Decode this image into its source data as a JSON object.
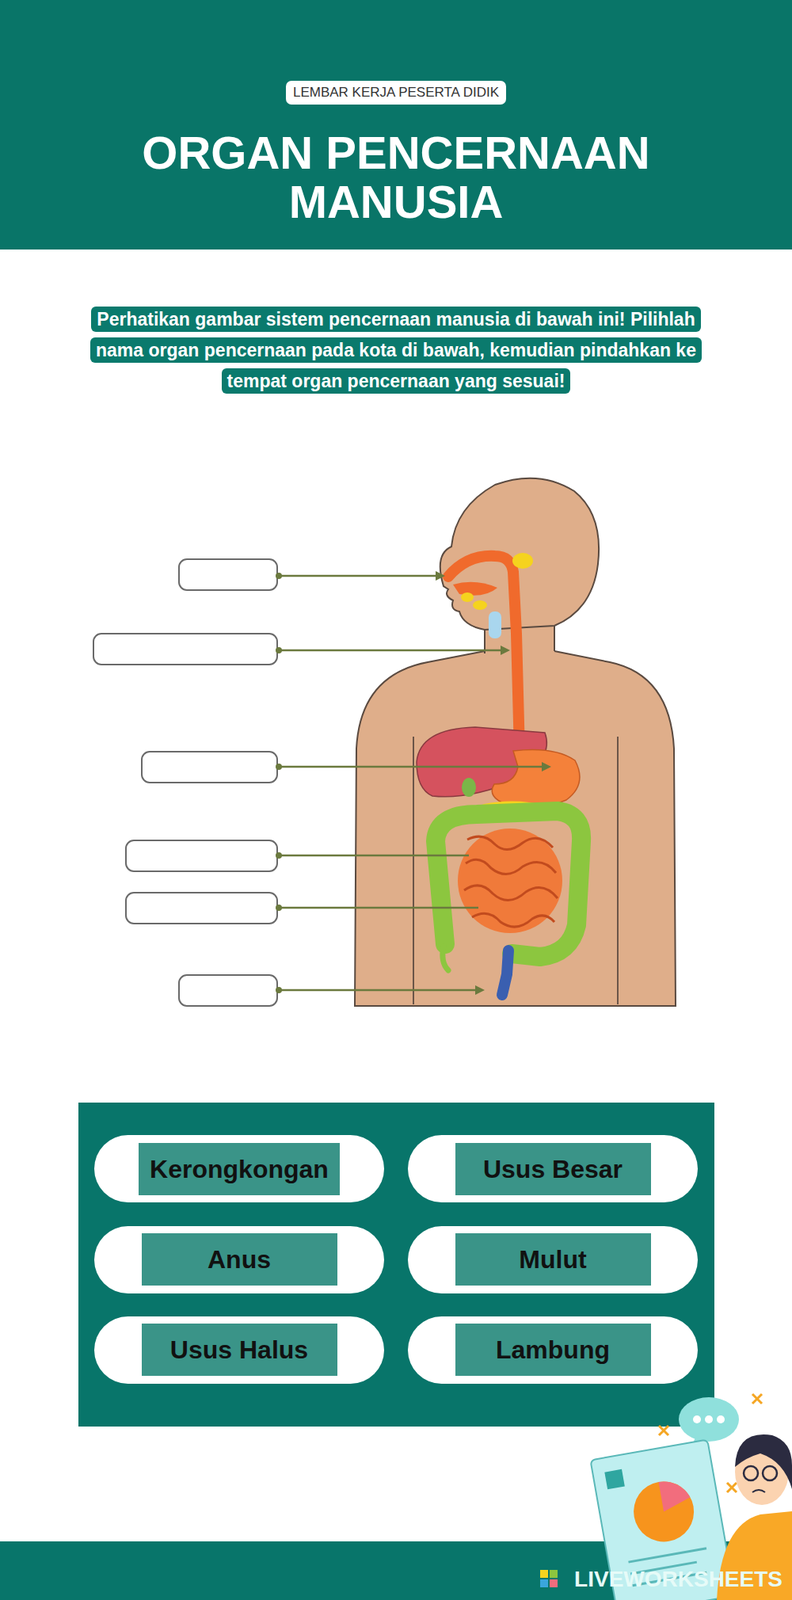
{
  "diagram": {
    "title": "ORGAN PENCERNAAN MANUSIA",
    "nodes": [
      {
        "text": [
          "Kerongkongan"
        ]
      },
      {
        "text": [
          "Usus Besar"
        ]
      },
      {
        "text": [
          "Anus"
        ]
      },
      {
        "text": [
          "Mulut"
        ]
      },
      {
        "text": [
          "Usus Halus"
        ]
      },
      {
        "text": [
          "Lambung"
        ]
      }
    ],
    "labels": [
      "LEMBAR KERJA PESERTA DIDIK",
      "Perhatikan gambar sistem pencernaan manusia di bawah ini! Pilihlah nama organ pencernaan pada kota di bawah, kemudian pindahkan ke tempat organ pencernaan yang sesuai!",
      "LIVEWORKSHEETS"
    ]
  }
}
